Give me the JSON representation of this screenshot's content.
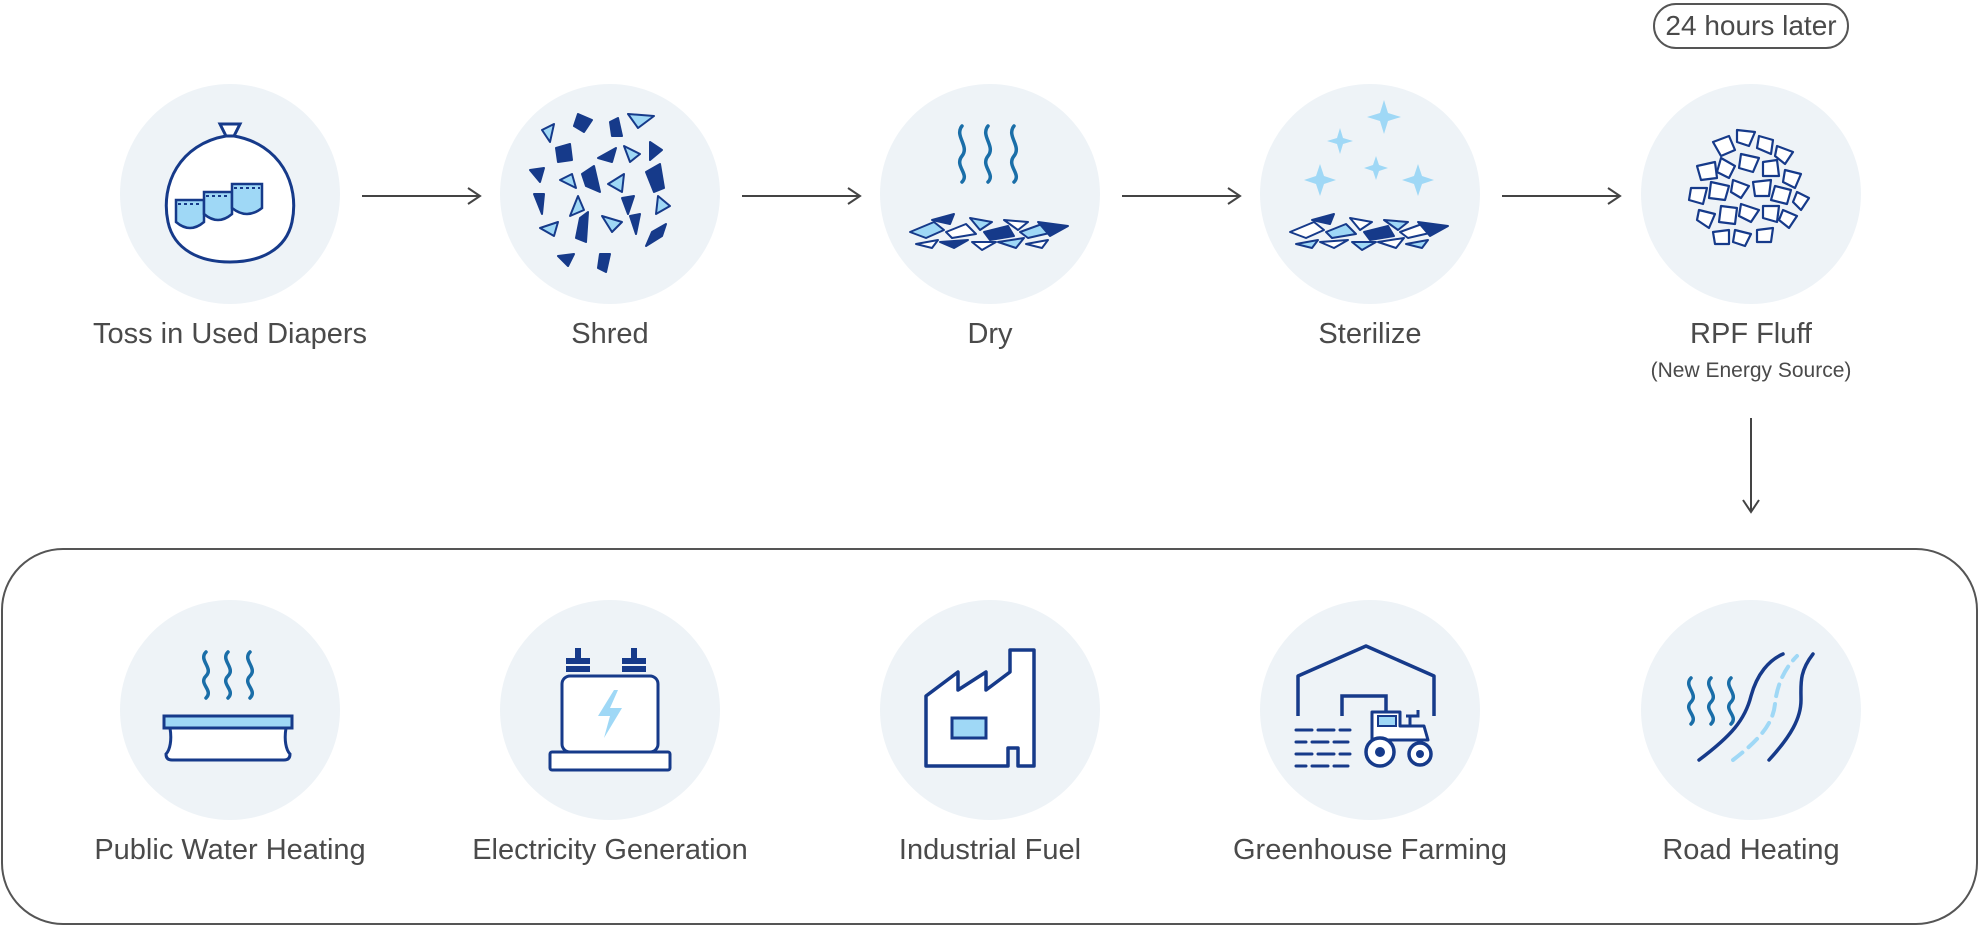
{
  "process": {
    "timing_badge": "24 hours later",
    "steps": [
      {
        "label": "Toss in Used Diapers",
        "icon": "diaper-bag-icon"
      },
      {
        "label": "Shred",
        "icon": "shredded-fragments-icon"
      },
      {
        "label": "Dry",
        "icon": "drying-steam-icon"
      },
      {
        "label": "Sterilize",
        "icon": "sterilize-sparkle-icon"
      },
      {
        "label": "RPF Fluff",
        "sublabel": "(New Energy Source)",
        "icon": "rpf-fluff-icon"
      }
    ]
  },
  "uses": {
    "items": [
      {
        "label": "Public Water Heating",
        "icon": "hot-bath-icon"
      },
      {
        "label": "Electricity Generation",
        "icon": "battery-lightning-icon"
      },
      {
        "label": "Industrial Fuel",
        "icon": "factory-icon"
      },
      {
        "label": "Greenhouse Farming",
        "icon": "greenhouse-tractor-icon"
      },
      {
        "label": "Road Heating",
        "icon": "heated-road-icon"
      }
    ]
  },
  "colors": {
    "navy": "#163a8a",
    "light_blue": "#9fd8f6",
    "circle_bg": "#eef3f7",
    "text": "#4a4a4a"
  }
}
